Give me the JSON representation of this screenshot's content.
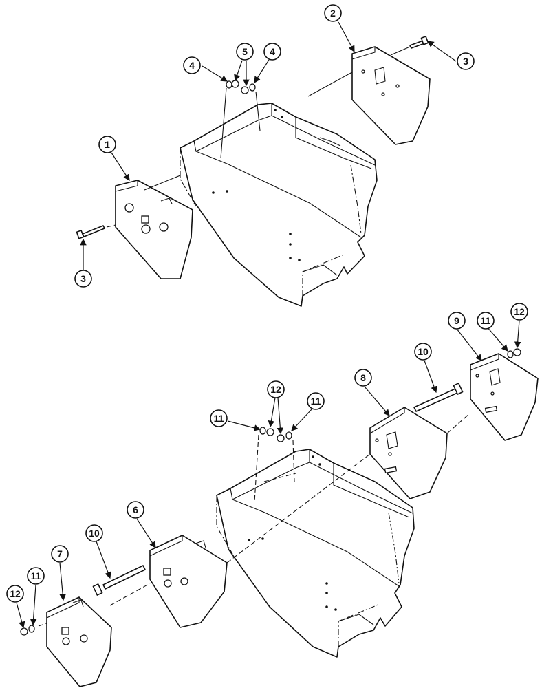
{
  "callouts": {
    "c1": "1",
    "c2": "2",
    "c3a": "3",
    "c3b": "3",
    "c4a": "4",
    "c4b": "4",
    "c5": "5",
    "c6": "6",
    "c7": "7",
    "c8": "8",
    "c9": "9",
    "c10a": "10",
    "c10b": "10",
    "c11a": "11",
    "c11b": "11",
    "c11c": "11",
    "c11d": "11",
    "c12a": "12",
    "c12b": "12",
    "c12c": "12"
  }
}
